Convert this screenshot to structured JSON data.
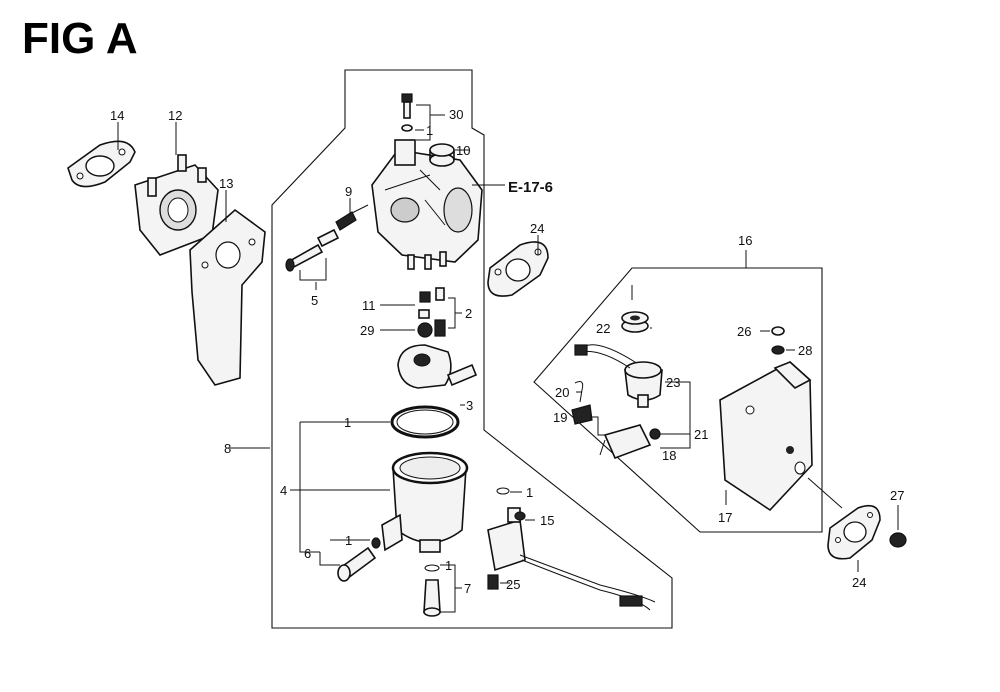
{
  "figure": {
    "title": "FIG A",
    "reference": "E-17-6"
  },
  "callouts": [
    {
      "id": "c14",
      "text": "14"
    },
    {
      "id": "c12",
      "text": "12"
    },
    {
      "id": "c13",
      "text": "13"
    },
    {
      "id": "c30",
      "text": "30"
    },
    {
      "id": "c1a",
      "text": "1"
    },
    {
      "id": "c10",
      "text": "10"
    },
    {
      "id": "c9",
      "text": "9"
    },
    {
      "id": "c5",
      "text": "5"
    },
    {
      "id": "c11",
      "text": "11"
    },
    {
      "id": "c2",
      "text": "2"
    },
    {
      "id": "c29",
      "text": "29"
    },
    {
      "id": "c3",
      "text": "3"
    },
    {
      "id": "c1b",
      "text": "1"
    },
    {
      "id": "c8",
      "text": "8"
    },
    {
      "id": "c4",
      "text": "4"
    },
    {
      "id": "c1c",
      "text": "1"
    },
    {
      "id": "c6",
      "text": "6"
    },
    {
      "id": "c1d",
      "text": "1"
    },
    {
      "id": "c15",
      "text": "15"
    },
    {
      "id": "c1e",
      "text": "1"
    },
    {
      "id": "c7",
      "text": "7"
    },
    {
      "id": "c25",
      "text": "25"
    },
    {
      "id": "c24a",
      "text": "24"
    },
    {
      "id": "c16",
      "text": "16"
    },
    {
      "id": "c22",
      "text": "22"
    },
    {
      "id": "c26",
      "text": "26"
    },
    {
      "id": "c28",
      "text": "28"
    },
    {
      "id": "c20",
      "text": "20"
    },
    {
      "id": "c23",
      "text": "23"
    },
    {
      "id": "c19",
      "text": "19"
    },
    {
      "id": "c21",
      "text": "21"
    },
    {
      "id": "c18",
      "text": "18"
    },
    {
      "id": "c17",
      "text": "17"
    },
    {
      "id": "c27",
      "text": "27"
    },
    {
      "id": "c24b",
      "text": "24"
    }
  ]
}
